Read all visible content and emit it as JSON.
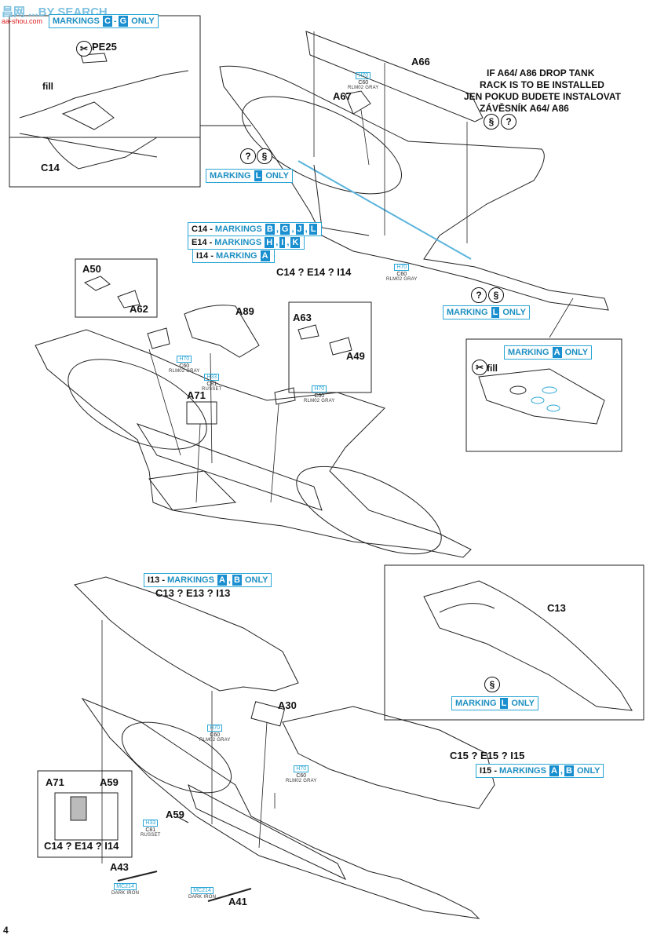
{
  "page_number": "4",
  "watermark": {
    "text": "昌网 ...BY SEARCH",
    "url": "aa-shou.com"
  },
  "colors": {
    "accent": "#1a8fd0",
    "badge_border": "#2aa6d6",
    "highlight": "#cfeffb",
    "ink": "#111111"
  },
  "badges": {
    "top_markings": {
      "pre": "",
      "letters": [
        "C",
        "G"
      ],
      "post": "ONLY",
      "word": "MARKINGS"
    },
    "marking_l_1": {
      "pre": "",
      "word": "MARKING",
      "letters": [
        "L"
      ],
      "post": "ONLY"
    },
    "c14_markings": {
      "pre": "C14 -",
      "word": "MARKINGS",
      "letters": [
        "B",
        "G",
        "J",
        "L"
      ]
    },
    "e14_markings": {
      "pre": "E14 -",
      "word": "MARKINGS",
      "letters": [
        "H",
        "I",
        "K"
      ]
    },
    "i14_marking": {
      "pre": "I14 -",
      "word": "MARKING",
      "letters": [
        "A"
      ]
    },
    "marking_l_2": {
      "word": "MARKING",
      "letters": [
        "L"
      ],
      "post": "ONLY"
    },
    "marking_a_only": {
      "word": "MARKING",
      "letters": [
        "A"
      ],
      "post": "ONLY"
    },
    "i13_markings": {
      "pre": "I13 -",
      "word": "MARKINGS",
      "letters": [
        "A",
        "B"
      ],
      "post": "ONLY"
    },
    "marking_l_3": {
      "word": "MARKING",
      "letters": [
        "L"
      ],
      "post": "ONLY"
    },
    "i15_markings": {
      "pre": "I15 -",
      "word": "MARKINGS",
      "letters": [
        "A",
        "B"
      ],
      "post": "ONLY"
    }
  },
  "labels": {
    "pe25": "PE25",
    "fill1": "fill",
    "c14_inset": "C14",
    "a66": "A66",
    "a67": "A67",
    "drop_tank_1": "IF A64/ A86 DROP TANK",
    "drop_tank_2": "RACK IS TO BE INSTALLED",
    "drop_tank_3": "JEN POKUD BUDETE INSTALOVAT",
    "drop_tank_4": "ZÁVĚSNÍK A64/ A86",
    "c14_e14_i14": "C14 ? E14 ? I14",
    "a50": "A50",
    "a62": "A62",
    "a89": "A89",
    "a63": "A63",
    "a49": "A49",
    "a71": "A71",
    "fill2": "fill",
    "c13_e13_i13": "C13 ? E13 ? I13",
    "c13": "C13",
    "a30": "A30",
    "c15_e15_i15": "C15 ? E15 ? I15",
    "a71_inset": "A71",
    "a59_inset": "A59",
    "c14_e14_i14_inset": "C14 ? E14 ? I14",
    "a59": "A59",
    "a43": "A43",
    "a41": "A41"
  },
  "paints": {
    "p1": {
      "code1": "H70",
      "code2": "C60",
      "name": "RLM02 GRAY"
    },
    "p2": {
      "code1": "H70",
      "code2": "C60",
      "name": "RLM02 GRAY"
    },
    "p3": {
      "code1": "H70",
      "code2": "C60",
      "name": "RLM02 GRAY"
    },
    "p4": {
      "code1": "H33",
      "code2": "C81",
      "name": "RUSSET"
    },
    "p5": {
      "code1": "H70",
      "code2": "C60",
      "name": "RLM02 GRAY"
    },
    "p6": {
      "code1": "H70",
      "code2": "C60",
      "name": "RLM02 GRAY"
    },
    "p7": {
      "code1": "H70",
      "code2": "C60",
      "name": "RLM02 GRAY"
    },
    "p8": {
      "code1": "H33",
      "code2": "C81",
      "name": "RUSSET"
    },
    "p9": {
      "code1": "MC214",
      "code2": "",
      "name": "DARK IRON"
    },
    "p10": {
      "code1": "MC214",
      "code2": "",
      "name": "DARK IRON"
    }
  },
  "icons": {
    "question": "?",
    "s": "§",
    "glue": "✂"
  }
}
